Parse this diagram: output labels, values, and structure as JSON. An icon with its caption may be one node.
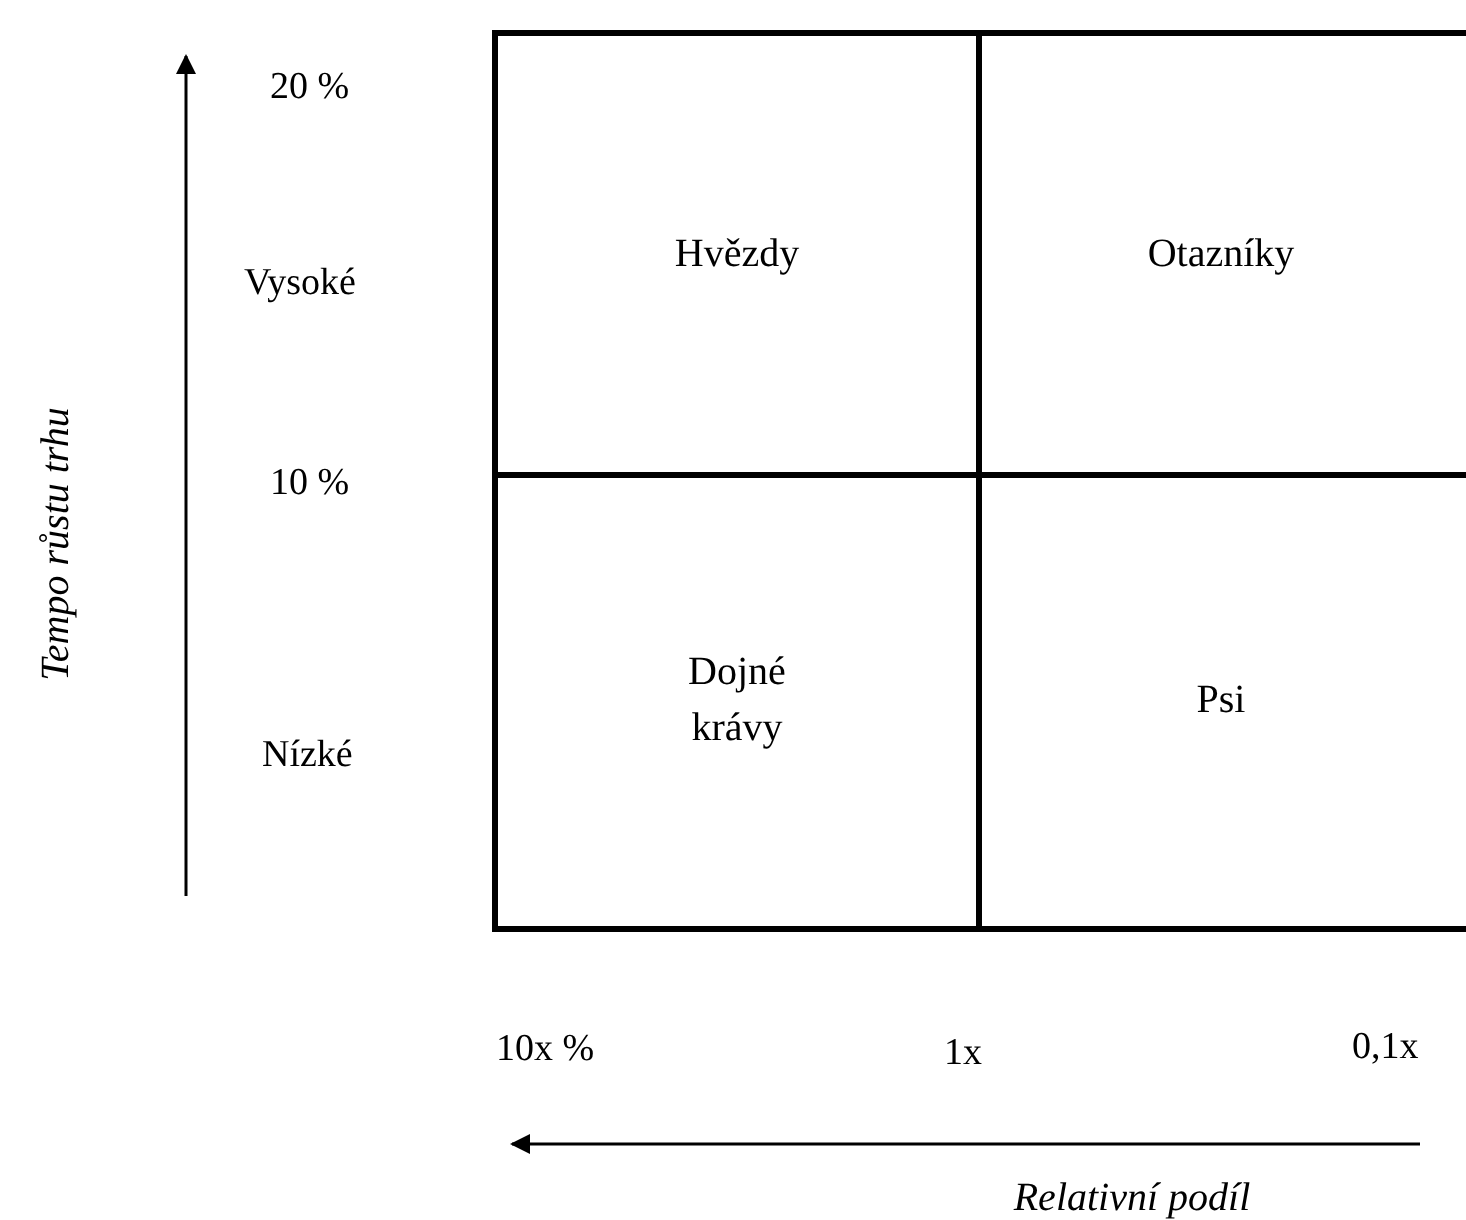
{
  "diagram": {
    "nodes": [
      {
        "text": [
          "Hvězdy"
        ]
      },
      {
        "text": [
          "Otazníky"
        ]
      },
      {
        "text": [
          "Dojné krávy"
        ]
      },
      {
        "text": [
          "Psi"
        ]
      }
    ],
    "labels": [
      "20 %",
      "Vysoké",
      "10 %",
      "Nízké",
      "Tempo růstu trhu",
      "10x %",
      "1x",
      "0,1x",
      "Relativní podíl"
    ]
  }
}
